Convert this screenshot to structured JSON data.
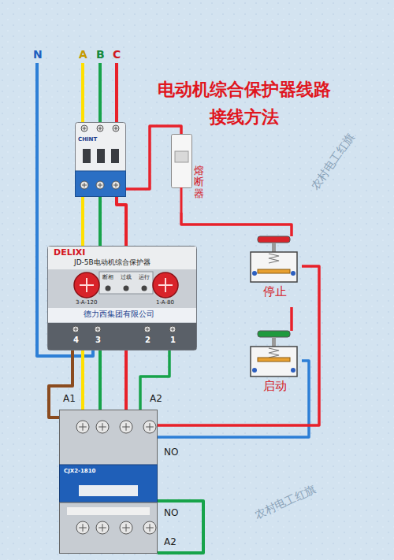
{
  "diagram": {
    "title": "电动机综合保护器线路 接线方法",
    "nodes": [
      {
        "text": [
          "CHINT"
        ]
      },
      {
        "text": [
          "熔断器"
        ]
      },
      {
        "text": [
          "DELIXI",
          "JD-5B电动机综合保护器",
          "断相",
          "过载",
          "运行",
          "3-A-120",
          "1-A-80",
          "德力西集团有限公司",
          "4",
          "3",
          "2",
          "1"
        ]
      },
      {
        "text": [
          "停止"
        ]
      },
      {
        "text": [
          "启动"
        ]
      },
      {
        "text": [
          "CJX2-1810"
        ]
      }
    ],
    "edges": [
      {
        "from": 0,
        "to": 1,
        "arrow": "none"
      },
      {
        "from": 0,
        "to": 2,
        "arrow": "none"
      },
      {
        "from": 1,
        "to": 3,
        "arrow": "none"
      },
      {
        "from": 3,
        "to": 4,
        "arrow": "none"
      },
      {
        "from": 4,
        "to": 5,
        "arrow": "none"
      },
      {
        "from": 2,
        "to": 5,
        "arrow": "none"
      },
      {
        "from": 3,
        "to": 5,
        "arrow": "none"
      }
    ],
    "labels": [
      "N",
      "A",
      "B",
      "C",
      "A1",
      "A2",
      "NO",
      "NO",
      "A2",
      "农村电工红旗",
      "农村电工红旗"
    ]
  }
}
